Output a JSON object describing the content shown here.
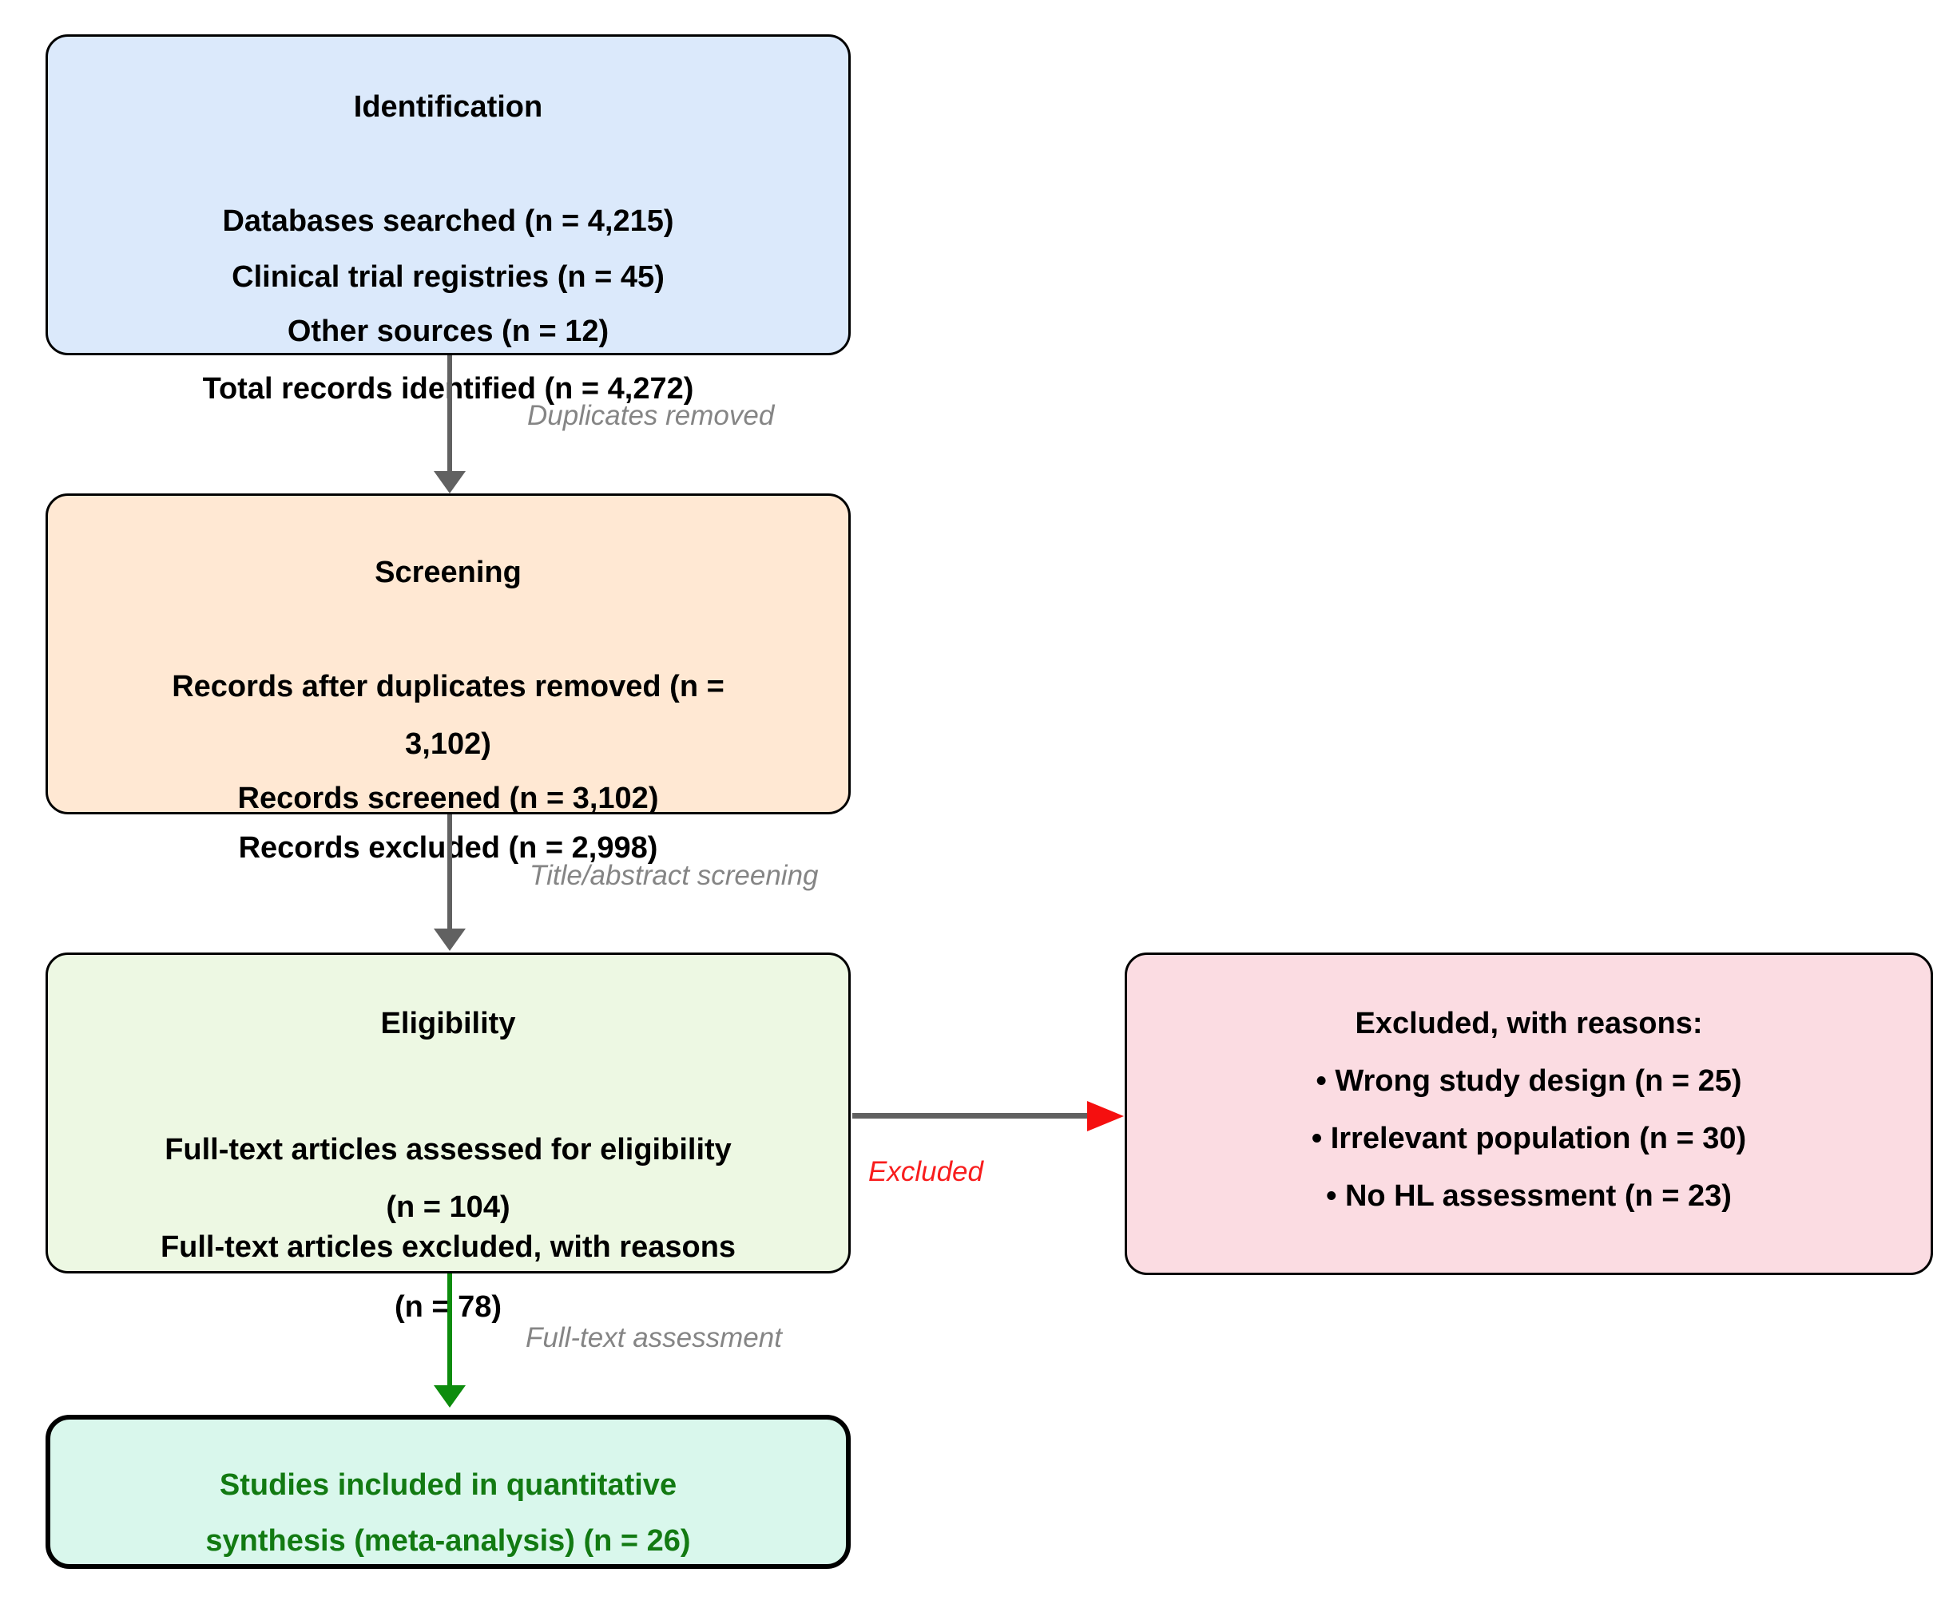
{
  "boxes": {
    "identification": {
      "title": "Identification",
      "lines": [
        "Databases searched (n = 4,215)",
        "Clinical trial registries (n = 45)",
        "Other sources (n = 12)"
      ]
    },
    "screening": {
      "title": "Screening",
      "lines": [
        "Records after duplicates removed (n =",
        "3,102)",
        "Records screened (n = 3,102)"
      ]
    },
    "eligibility": {
      "title": "Eligibility",
      "lines": [
        "Full-text articles assessed for eligibility",
        "(n = 104)",
        "Full-text articles excluded, with reasons"
      ]
    },
    "excluded_reasons": {
      "title": "Excluded, with reasons:",
      "lines": [
        "• Wrong study design (n = 25)",
        "• Irrelevant population (n = 30)",
        "• No HL assessment (n = 23)"
      ]
    },
    "included": {
      "lines": [
        "Studies included in quantitative",
        "synthesis (meta-analysis) (n = 26)"
      ]
    }
  },
  "between_labels": {
    "total_records": "Total records identified (n = 4,272)",
    "duplicates_removed": "Duplicates removed",
    "records_excluded": "Records excluded (n = 2,998)",
    "title_abstract_screening": "Title/abstract screening",
    "n_78": "(n = 78)",
    "full_text_assessment": "Full-text assessment",
    "excluded": "Excluded"
  },
  "colors": {
    "identification_box_bg": "#dbe9fb",
    "screening_box_bg": "#ffe8d3",
    "eligibility_box_bg": "#edf8e3",
    "excluded_box_bg": "#fbdce2",
    "included_box_bg": "#d9f7ec",
    "box_border": "#000000",
    "arrow_gray": "#616161",
    "arrow_green": "#0d8c0d",
    "arrowhead_red": "#f50f0f",
    "note_label_gray": "#858585",
    "excluded_label_red": "#f81d1d",
    "included_text_green": "#127a12"
  }
}
